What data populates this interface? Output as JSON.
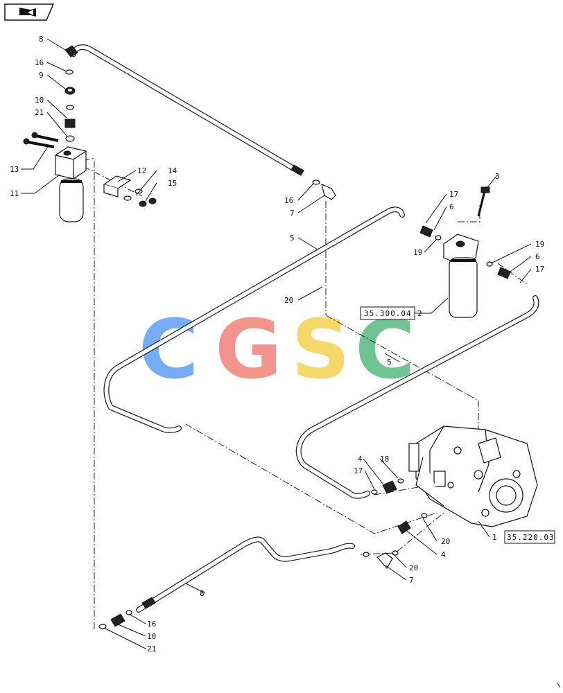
{
  "nav_icon": "next-page-arrow-icon",
  "watermark": {
    "letters": [
      "C",
      "G",
      "S",
      "C"
    ],
    "colors": [
      "#6aa3f4",
      "#f08a80",
      "#f6d35a",
      "#5fbf86"
    ]
  },
  "callouts": [
    {
      "text": "8"
    },
    {
      "text": "16"
    },
    {
      "text": "9"
    },
    {
      "text": "10"
    },
    {
      "text": "21"
    },
    {
      "text": "13"
    },
    {
      "text": "11"
    },
    {
      "text": "12"
    },
    {
      "text": "14"
    },
    {
      "text": "15"
    },
    {
      "text": "16"
    },
    {
      "text": "7"
    },
    {
      "text": "5"
    },
    {
      "text": "20"
    },
    {
      "text": "17"
    },
    {
      "text": "6"
    },
    {
      "text": "19"
    },
    {
      "text": "3"
    },
    {
      "text": "19"
    },
    {
      "text": "6"
    },
    {
      "text": "17"
    },
    {
      "text": "2"
    },
    {
      "text": "5"
    },
    {
      "text": "4"
    },
    {
      "text": "18"
    },
    {
      "text": "17"
    },
    {
      "text": "20"
    },
    {
      "text": "4"
    },
    {
      "text": "1"
    },
    {
      "text": "20"
    },
    {
      "text": "7"
    },
    {
      "text": "8"
    },
    {
      "text": "16"
    },
    {
      "text": "10"
    },
    {
      "text": "21"
    }
  ],
  "references": [
    {
      "text": "35.300.04"
    },
    {
      "text": "35.220.03"
    }
  ]
}
